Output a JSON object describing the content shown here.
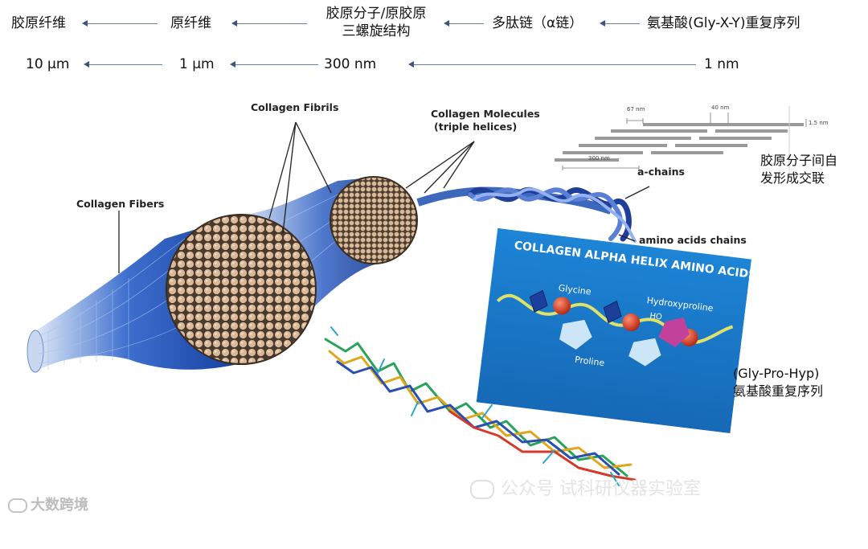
{
  "header": {
    "levels": [
      "胶原纤维",
      "原纤维",
      "胶原分子/原胶原\n三螺旋结构",
      "多肽链（α链）",
      "氨基酸(Gly-X-Y)重复序列"
    ],
    "scales": [
      "10 μm",
      "1 μm",
      "300 nm",
      "1 nm"
    ]
  },
  "diagram": {
    "collagen_fibers": "Collagen Fibers",
    "collagen_fibrils": "Collagen Fibrils",
    "collagen_molecules": "Collagen Molecules",
    "triple_helices": "(triple helices)",
    "a_chains": "a-chains",
    "amino_acids_chains": "amino acids chains",
    "staggered": {
      "label_67": "67 nm",
      "label_40": "40 nm",
      "label_15": "1.5 nm",
      "label_300": "300 nm"
    },
    "crosslink_note_1": "胶原分子间自",
    "crosslink_note_2": "发形成交联",
    "panel": {
      "title_1": "COLLAGEN ALPHA HELIX AMINO ACIDS",
      "glycine": "Glycine",
      "hydroxyproline": "Hydroxyproline",
      "ho": "HO",
      "proline": "Proline",
      "colors": {
        "bg": "#1a72c4",
        "glycine": "#c8321e",
        "hydroxyproline": "#c2419a",
        "proline": "#d7ecfa"
      }
    },
    "gph_label_1": "(Gly-Pro-Hyp)",
    "gph_label_2": "氨基酸重复序列"
  },
  "watermarks": {
    "left": "大数跨境",
    "right": "公众号  试科研仪器实验室"
  }
}
